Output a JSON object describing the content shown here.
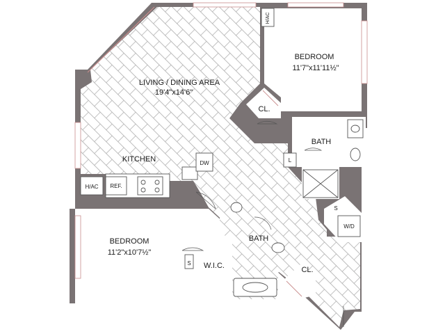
{
  "rooms": {
    "living": {
      "name": "LIVING / DINING AREA",
      "dims": "19'4\"x14'6\""
    },
    "bedroom1": {
      "name": "BEDROOM",
      "dims": "11'7\"x11'11½\""
    },
    "bedroom2": {
      "name": "BEDROOM",
      "dims": "11'2\"x10'7½\""
    },
    "kitchen": {
      "name": "KITCHEN"
    },
    "bath1": {
      "name": "BATH"
    },
    "bath2": {
      "name": "BATH"
    },
    "closet1": {
      "name": "CL."
    },
    "closet2": {
      "name": "CL."
    },
    "wic": {
      "name": "W.I.C."
    }
  },
  "fixtures": {
    "hvac_top": "H/AC",
    "hvac_left": "H/AC",
    "ref": "REF.",
    "dw": "DW",
    "linen": "L",
    "shelf_laundry": "S",
    "washer_dryer": "W/D",
    "shelf_wic": "S"
  },
  "colors": {
    "wall": "#7a7374",
    "window": "#c98d8d",
    "tile_line": "#9a9a9a"
  }
}
